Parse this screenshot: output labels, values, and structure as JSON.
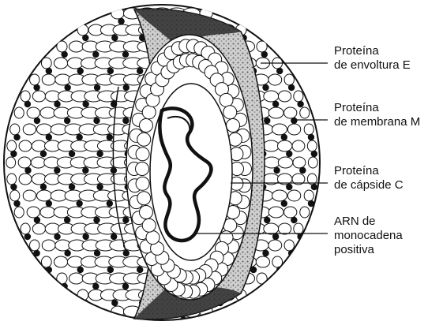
{
  "labels": {
    "envelope_protein": "Proteína\nde envoltura E",
    "membrane_protein": "Proteína\nde membrana M",
    "capsid_protein": "Proteína\nde cápside C",
    "rna": "ARN de\nmonocadena\npositiva"
  },
  "colors": {
    "ink": "#111111",
    "shell_fill": "#ffffff",
    "dark_band": "#2a2a2a",
    "speckle_band": "#9a9a9a"
  }
}
